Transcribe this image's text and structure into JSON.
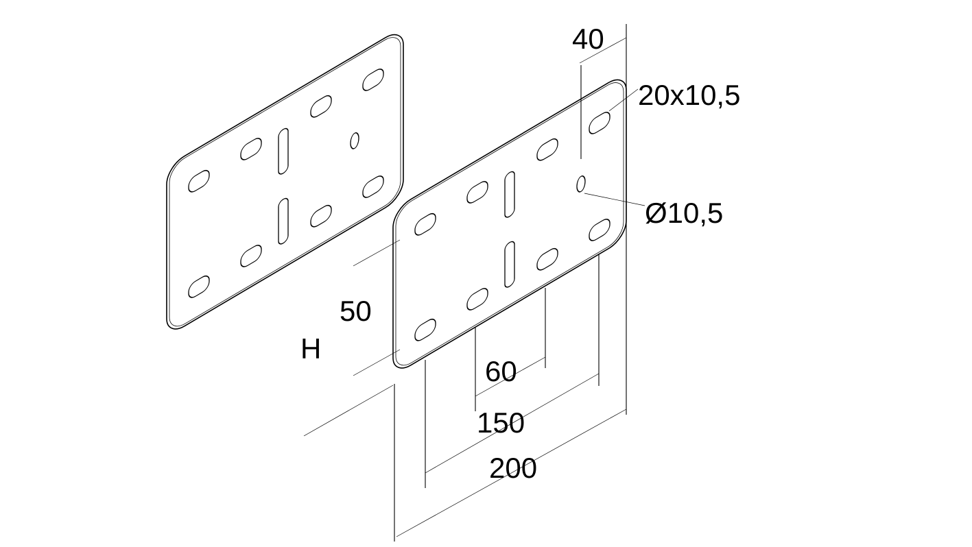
{
  "drawing": {
    "dimensions": {
      "hole_pitch_edge": "40",
      "slot_size": "20x10,5",
      "hole_diameter": "Ø10,5",
      "height_50": "50",
      "height_h": "H",
      "spacing_60": "60",
      "spacing_150": "150",
      "length_200": "200"
    }
  }
}
